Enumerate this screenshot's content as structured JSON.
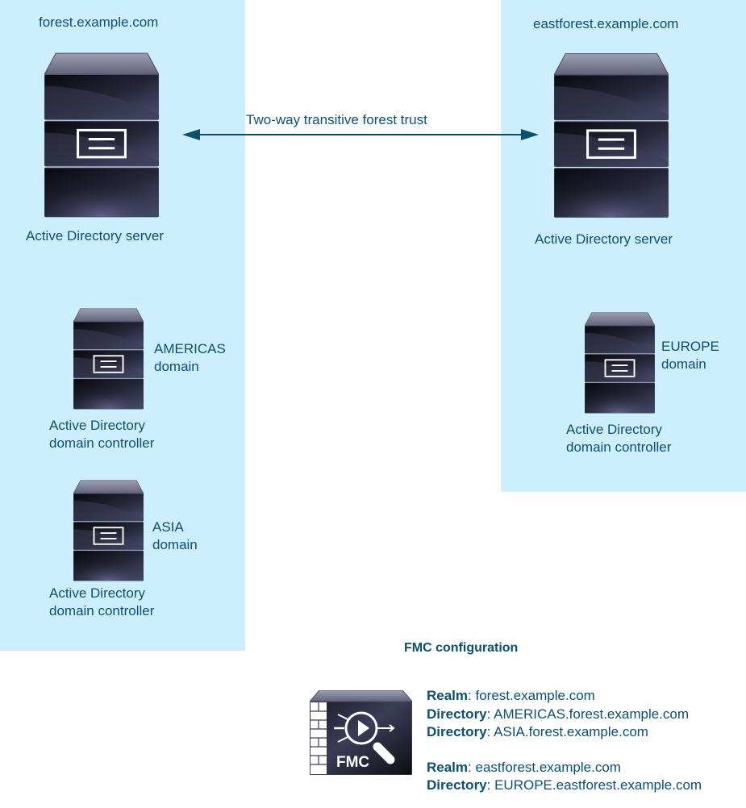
{
  "trust": {
    "label": "Two-way transitive forest trust",
    "color": "#0d4f6c"
  },
  "colors": {
    "panel_bg": "#cdeffd",
    "text": "#0d4f6c",
    "server_body": "#2a2d3e"
  },
  "forests": [
    {
      "name": "forest.example.com",
      "root_server": {
        "icon": "server-icon",
        "label": "Active Directory server"
      },
      "domains": [
        {
          "icon": "server-icon",
          "name_line1": "AMERICAS",
          "name_line2": "domain",
          "label_line1": "Active Directory",
          "label_line2": "domain controller"
        },
        {
          "icon": "server-icon",
          "name_line1": "ASIA",
          "name_line2": "domain",
          "label_line1": "Active Directory",
          "label_line2": "domain controller"
        }
      ]
    },
    {
      "name": "eastforest.example.com",
      "root_server": {
        "icon": "server-icon",
        "label": "Active Directory server"
      },
      "domains": [
        {
          "icon": "server-icon",
          "name_line1": "EUROPE",
          "name_line2": "domain",
          "label_line1": "Active Directory",
          "label_line2": "domain controller"
        }
      ]
    }
  ],
  "fmc": {
    "title": "FMC configuration",
    "icon": "fmc-appliance-icon",
    "icon_label": "FMC",
    "entries": [
      {
        "key": "Realm",
        "value": "forest.example.com"
      },
      {
        "key": "Directory",
        "value": "AMERICAS.forest.example.com"
      },
      {
        "key": "Directory",
        "value": "ASIA.forest.example.com"
      },
      {
        "key": "Realm",
        "value": "eastforest.example.com"
      },
      {
        "key": "Directory",
        "value": "EUROPE.eastforest.example.com"
      }
    ]
  }
}
